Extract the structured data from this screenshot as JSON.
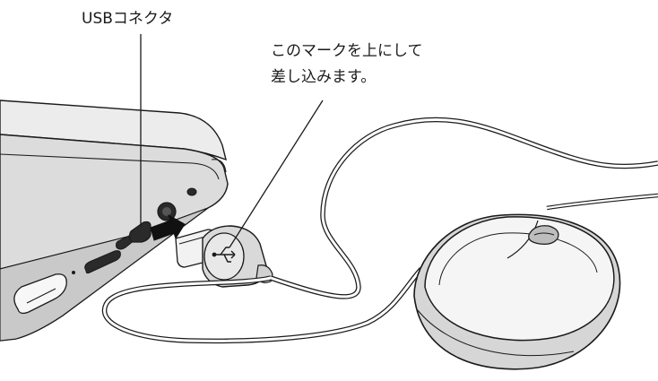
{
  "labels": {
    "usb_connector": "USBコネクタ",
    "instruction_line1": "このマークを上にして",
    "instruction_line2": "差し込みます。"
  },
  "colors": {
    "outline": "#1a1a1a",
    "laptop_body": "#e6e6e6",
    "laptop_side": "#cfcfcf",
    "port_dark": "#2a2a2a",
    "plug_metal": "#f2f2f2",
    "plug_housing": "#d9d9d9",
    "mouse_shell": "#f5f5f5",
    "mouse_shadow": "#d6d6d6",
    "arrow": "#111111",
    "background": "#ffffff"
  },
  "icons": {
    "usb_mark": "usb-trident-icon",
    "insert_arrow": "arrow-right-icon"
  }
}
